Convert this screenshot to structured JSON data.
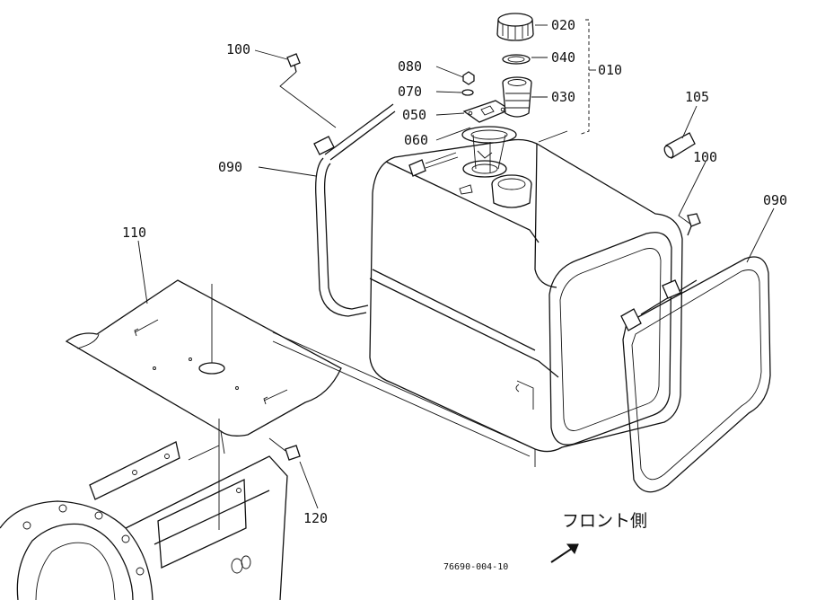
{
  "labels": {
    "p010": "010",
    "p020": "020",
    "p030": "030",
    "p040": "040",
    "p050": "050",
    "p060": "060",
    "p070": "070",
    "p080": "080",
    "p090_left": "090",
    "p090_right": "090",
    "p100_left": "100",
    "p100_right": "100",
    "p105": "105",
    "p110": "110",
    "p120": "120"
  },
  "front_side_label": "フロント側",
  "drawing_number": "76690-004-10"
}
